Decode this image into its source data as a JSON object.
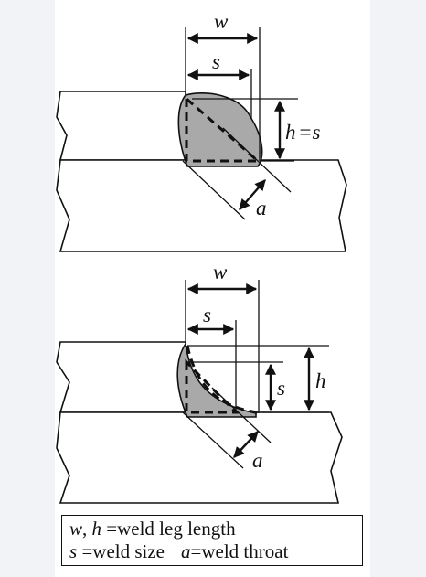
{
  "labels": {
    "top_w": "w",
    "top_s": "s",
    "top_h": "h",
    "top_h_eq": "=s",
    "top_a": "a",
    "bottom_w": "w",
    "bottom_s_horizontal": "s",
    "bottom_s_vertical": "s",
    "bottom_h": "h",
    "bottom_a": "a"
  },
  "legend": {
    "line1_var1": "w",
    "line1_sep": ", ",
    "line1_var2": "h",
    "line1_text": " =weld leg length",
    "line2_var1": "s",
    "line2_text1": " =weld size",
    "line2_var2": "a",
    "line2_text2": "=weld throat"
  },
  "colors": {
    "page_background": "#f1f3f6",
    "panel_background": "#ffffff",
    "weld_fill": "#a9a9a9",
    "line": "#111111"
  }
}
